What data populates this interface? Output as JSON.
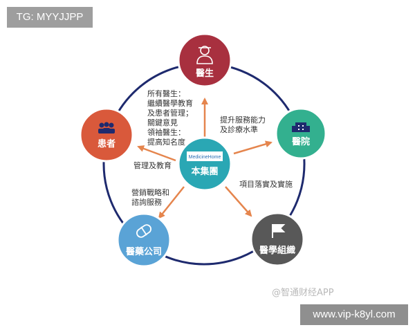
{
  "overlay_tag": "TG: MYYJJPP",
  "url_banner": "www.vip-k8yl.com",
  "watermark": "@智通财经APP",
  "center": {
    "label": "本集團",
    "logo_text": "MedicineHome"
  },
  "nodes": {
    "doctors": {
      "label": "醫生",
      "color": "#a8303f",
      "icon": "doctor-icon"
    },
    "hospitals": {
      "label": "醫院",
      "color": "#33b08f",
      "icon": "hospital-building-icon"
    },
    "organizations": {
      "label": "醫學組織",
      "color": "#585858",
      "icon": "flag-icon"
    },
    "pharma": {
      "label": "醫藥公司",
      "color": "#5aa3d6",
      "icon": "pill-icon"
    },
    "patients": {
      "label": "患者",
      "color": "#d9593b",
      "icon": "people-icon"
    }
  },
  "ring_color": "#1e2a6e",
  "arrow_color": "#e5854d",
  "center_color": "#2aa7b4",
  "relations": {
    "doctors": [
      "所有醫生：",
      "繼續醫學教育",
      "及患者管理；",
      "關鍵意見",
      "領袖醫生：",
      "提高知名度"
    ],
    "hospitals": [
      "提升服務能力",
      "及診療水準"
    ],
    "organizations": [
      "項目落實及實施"
    ],
    "pharma": [
      "營銷戰略和",
      "諮詢服務"
    ],
    "patients": [
      "管理及教育"
    ]
  }
}
